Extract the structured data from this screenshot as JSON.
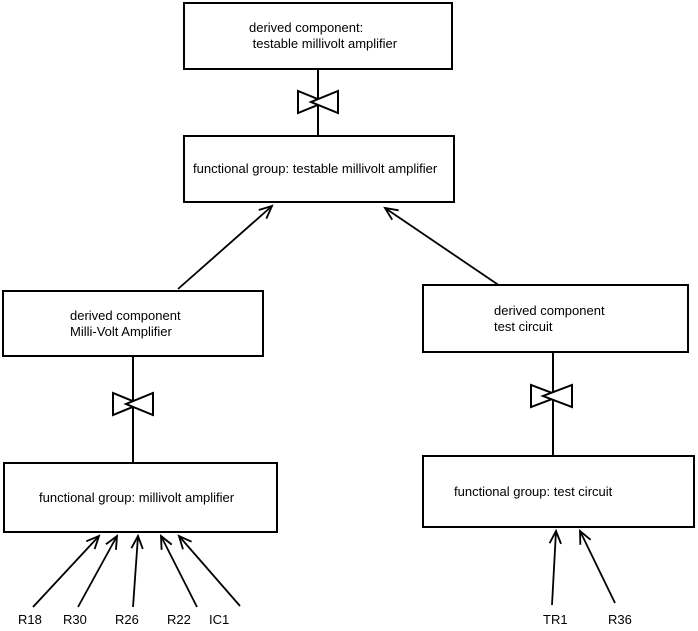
{
  "diagram": {
    "description": "component decomposition hierarchy diagram",
    "colors": {
      "line": "#000000",
      "background": "#ffffff"
    },
    "nodes": {
      "top_derived": {
        "line1": "derived component:",
        "line2": " testable millivolt amplifier"
      },
      "top_functional": {
        "line1": "functional group: testable millivolt amplifier"
      },
      "left_derived": {
        "line1": "derived component",
        "line2": "Milli-Volt Amplifier"
      },
      "right_derived": {
        "line1": "derived component",
        "line2": "test circuit"
      },
      "left_functional": {
        "line1": "functional group: millivolt amplifier"
      },
      "right_functional": {
        "line1": "functional group: test circuit"
      }
    },
    "leaves": {
      "left": [
        "R18",
        "R30",
        "R26",
        "R22",
        "IC1"
      ],
      "right": [
        "TR1",
        "R36"
      ]
    }
  }
}
